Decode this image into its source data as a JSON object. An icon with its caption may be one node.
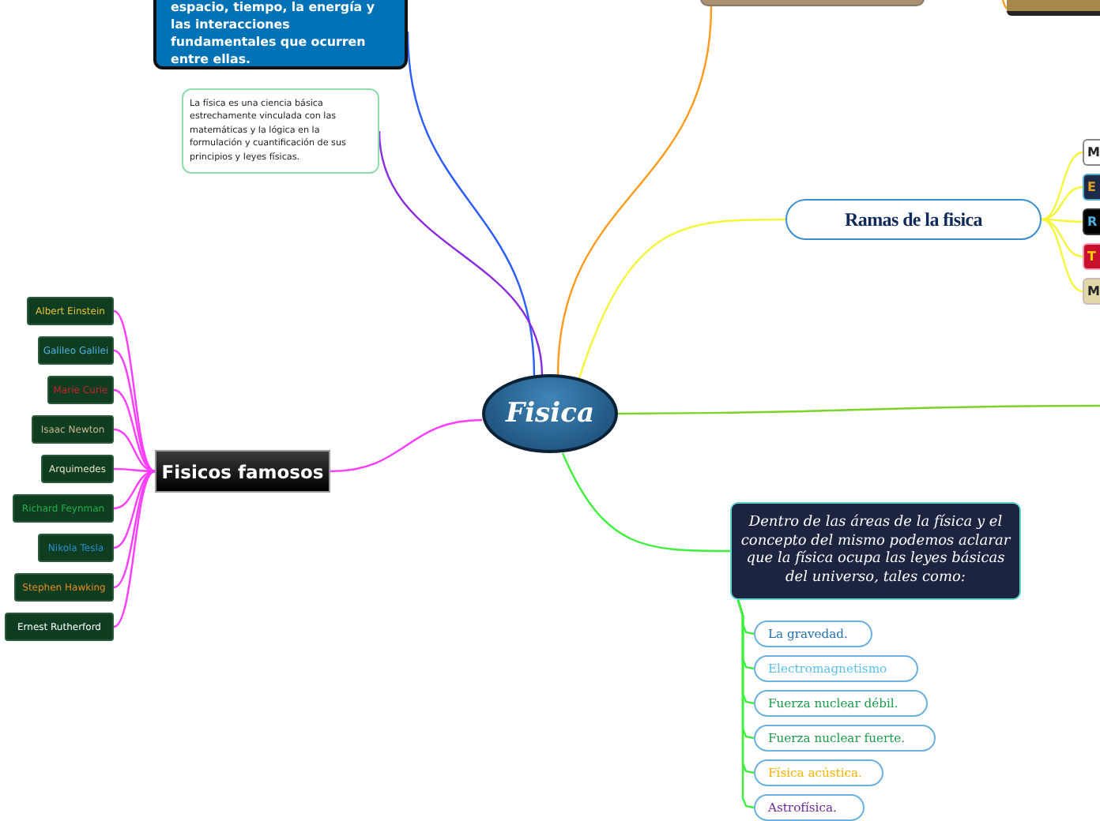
{
  "diagram": {
    "nodes": [
      {
        "text": [
          "Fisica"
        ]
      },
      {
        "text": [
          "espacio, tiempo, la energía y las interacciones fundamentales que ocurren entre ellas."
        ]
      },
      {
        "text": [
          "La física es una ciencia básica estrechamente vinculada con las matemáticas y la lógica en la formulación y cuantificación de sus principios y leyes físicas."
        ]
      },
      {
        "text": [
          "Ramas de la fisica"
        ]
      },
      {
        "text": [
          "M"
        ]
      },
      {
        "text": [
          "E"
        ]
      },
      {
        "text": [
          "R"
        ]
      },
      {
        "text": [
          "T"
        ]
      },
      {
        "text": [
          "M"
        ]
      },
      {
        "text": [
          "Fisicos famosos"
        ]
      },
      {
        "text": [
          "Albert Einstein"
        ]
      },
      {
        "text": [
          "Galileo Galilei"
        ]
      },
      {
        "text": [
          "Marie Curie"
        ]
      },
      {
        "text": [
          "Isaac Newton"
        ]
      },
      {
        "text": [
          "Arquimedes"
        ]
      },
      {
        "text": [
          "Richard Feynman"
        ]
      },
      {
        "text": [
          "Nikola Tesla"
        ]
      },
      {
        "text": [
          "Stephen Hawking"
        ]
      },
      {
        "text": [
          "Ernest Rutherford"
        ]
      },
      {
        "text": [
          "Dentro de las áreas de la física y el concepto del mismo podemos aclarar que la física ocupa las leyes básicas del universo, tales como:"
        ]
      },
      {
        "text": [
          "La gravedad."
        ]
      },
      {
        "text": [
          "Electromagnetismo"
        ]
      },
      {
        "text": [
          "Fuerza nuclear débil."
        ]
      },
      {
        "text": [
          "Fuerza nuclear fuerte."
        ]
      },
      {
        "text": [
          "Física acústica."
        ]
      },
      {
        "text": [
          "Astrofísica."
        ]
      },
      {
        "text": [],
        "shape": "box"
      },
      {
        "text": [],
        "shape": "box"
      }
    ],
    "edges": [
      {
        "from": 0,
        "to": 1,
        "arrow": "none",
        "color": "#2b5cff"
      },
      {
        "from": 0,
        "to": 2,
        "arrow": "none",
        "color": "#8a2be2"
      },
      {
        "from": 0,
        "to": 26,
        "arrow": "none",
        "color": "#ff9a1a"
      },
      {
        "from": null,
        "to": 27,
        "arrow": "none",
        "color": "#ff9a1a"
      },
      {
        "from": 0,
        "to": 3,
        "arrow": "none",
        "color": "#f5f53a"
      },
      {
        "from": 3,
        "to": 4,
        "arrow": "none",
        "color": "#f5f53a"
      },
      {
        "from": 3,
        "to": 5,
        "arrow": "none",
        "color": "#f5f53a"
      },
      {
        "from": 3,
        "to": 6,
        "arrow": "none",
        "color": "#f5f53a"
      },
      {
        "from": 3,
        "to": 7,
        "arrow": "none",
        "color": "#f5f53a"
      },
      {
        "from": 3,
        "to": 8,
        "arrow": "none",
        "color": "#f5f53a"
      },
      {
        "from": 0,
        "to": null,
        "arrow": "none",
        "color": "#7dd32a"
      },
      {
        "from": 0,
        "to": 9,
        "arrow": "none",
        "color": "#ff3cff"
      },
      {
        "from": 9,
        "to": 10,
        "arrow": "none",
        "color": "#ff3cff"
      },
      {
        "from": 9,
        "to": 11,
        "arrow": "none",
        "color": "#ff3cff"
      },
      {
        "from": 9,
        "to": 12,
        "arrow": "none",
        "color": "#ff3cff"
      },
      {
        "from": 9,
        "to": 13,
        "arrow": "none",
        "color": "#ff3cff"
      },
      {
        "from": 9,
        "to": 14,
        "arrow": "none",
        "color": "#ff3cff"
      },
      {
        "from": 9,
        "to": 15,
        "arrow": "none",
        "color": "#ff3cff"
      },
      {
        "from": 9,
        "to": 16,
        "arrow": "none",
        "color": "#ff3cff"
      },
      {
        "from": 9,
        "to": 17,
        "arrow": "none",
        "color": "#ff3cff"
      },
      {
        "from": 9,
        "to": 18,
        "arrow": "none",
        "color": "#ff3cff"
      },
      {
        "from": 0,
        "to": 19,
        "arrow": "none",
        "color": "#3cf03c"
      },
      {
        "from": 19,
        "to": 20,
        "arrow": "none",
        "color": "#3cf03c"
      },
      {
        "from": 19,
        "to": 21,
        "arrow": "none",
        "color": "#3cf03c"
      },
      {
        "from": 19,
        "to": 22,
        "arrow": "none",
        "color": "#3cf03c"
      },
      {
        "from": 19,
        "to": 23,
        "arrow": "none",
        "color": "#3cf03c"
      },
      {
        "from": 19,
        "to": 24,
        "arrow": "none",
        "color": "#3cf03c"
      },
      {
        "from": 19,
        "to": 25,
        "arrow": "none",
        "color": "#3cf03c"
      }
    ]
  }
}
